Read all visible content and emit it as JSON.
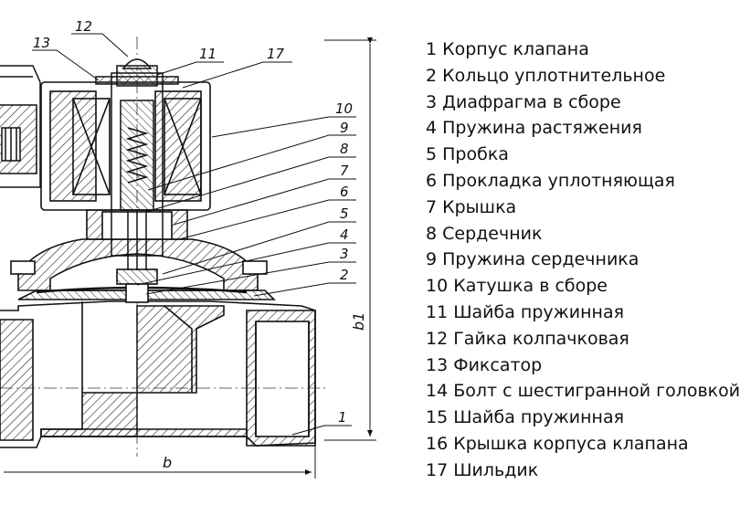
{
  "callouts": [
    "12",
    "13",
    "11",
    "17",
    "10",
    "9",
    "8",
    "7",
    "6",
    "5",
    "4",
    "3",
    "2",
    "1"
  ],
  "dims": {
    "width": "b",
    "height": "b1"
  },
  "legend": [
    "1 Корпус клапана",
    "2 Кольцо уплотнительное",
    "3 Диафрагма в сборе",
    "4 Пружина растяжения",
    "5 Пробка",
    "6 Прокладка уплотняющая",
    "7 Крышка",
    "8 Сердечник",
    "9 Пружина сердечника",
    "10 Катушка в сборе",
    "11 Шайба пружинная",
    "12 Гайка колпачковая",
    "13 Фиксатор",
    "14 Болт с шестигранной головкой",
    "15 Шайба пружинная",
    "16 Крышка корпуса клапана",
    "17 Шильдик"
  ]
}
